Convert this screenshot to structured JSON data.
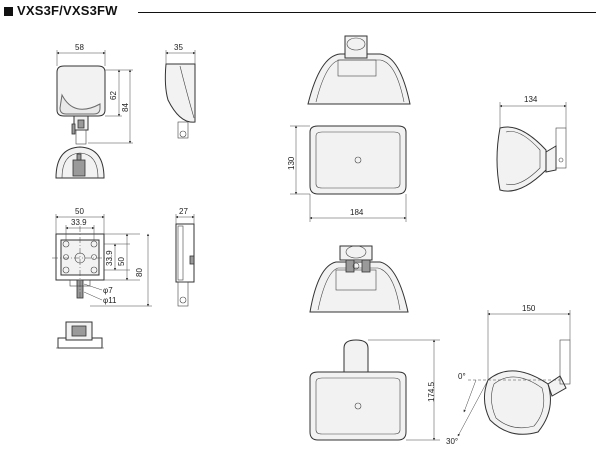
{
  "title": "VXS3F/VXS3FW",
  "dimensions": {
    "d58": "58",
    "d35": "35",
    "d62": "62",
    "d84": "84",
    "d50": "50",
    "d33_9h": "33.9",
    "d27": "27",
    "d33_9v": "33.9",
    "d50v": "50",
    "d80": "80",
    "d7": "φ7",
    "d11": "φ11",
    "d130": "130",
    "d184": "184",
    "d134": "134",
    "d174_5": "174.5",
    "d150": "150",
    "angle0": "0°",
    "angle30": "30°"
  }
}
